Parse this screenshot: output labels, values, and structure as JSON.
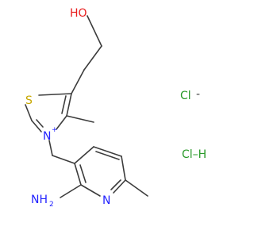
{
  "colors": {
    "bond": "#3c3c3c",
    "carbon_label": "#3c3c3c",
    "sulfur": "#c8a800",
    "nitrogen": "#2323ff",
    "oxygen": "#e81e1e",
    "chlorine": "#2a9a2a"
  },
  "molecule": {
    "hydroxyl": "HO",
    "sulfur": "S",
    "thiazolium_nitrogen": "N",
    "thiazolium_charge": "+",
    "amine": "NH",
    "amine_subscript": "2",
    "pyridine_nitrogen": "N"
  },
  "counterions": {
    "chloride": "Cl",
    "chloride_charge": "-",
    "hcl": "Cl–H"
  }
}
